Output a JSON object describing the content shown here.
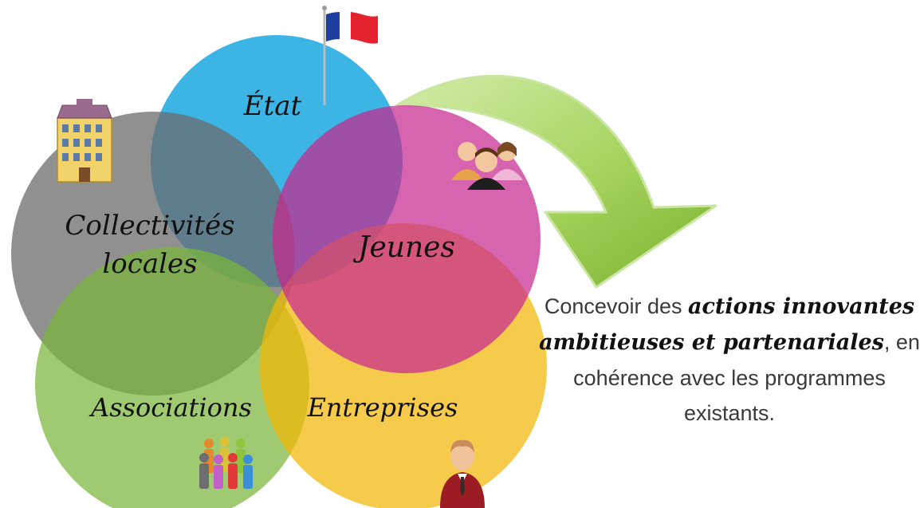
{
  "diagram": {
    "circles": [
      {
        "id": "etat",
        "label_lines": [
          "État"
        ],
        "color": "#1aa8e0",
        "icon": "france-flag-icon"
      },
      {
        "id": "collectivites",
        "label_lines": [
          "Collectivités",
          "locales"
        ],
        "color": "#6b6b6b",
        "icon": "town-hall-building-icon"
      },
      {
        "id": "jeunes",
        "label_lines": [
          "Jeunes"
        ],
        "color": "#c8288f",
        "icon": "young-people-group-icon"
      },
      {
        "id": "associations",
        "label_lines": [
          "Associations"
        ],
        "color": "#7bb63a",
        "icon": "crowd-of-people-icon"
      },
      {
        "id": "entreprises",
        "label_lines": [
          "Entreprises"
        ],
        "color": "#f2b705",
        "icon": "businessman-icon"
      }
    ],
    "arrow": {
      "icon": "curved-arrow-icon",
      "color": "#8cc63f"
    }
  },
  "caption": {
    "part1": "Concevoir des ",
    "emphasis": "actions innovantes ambitieuses et partenariales",
    "part2": ", en cohérence avec les programmes existants."
  }
}
